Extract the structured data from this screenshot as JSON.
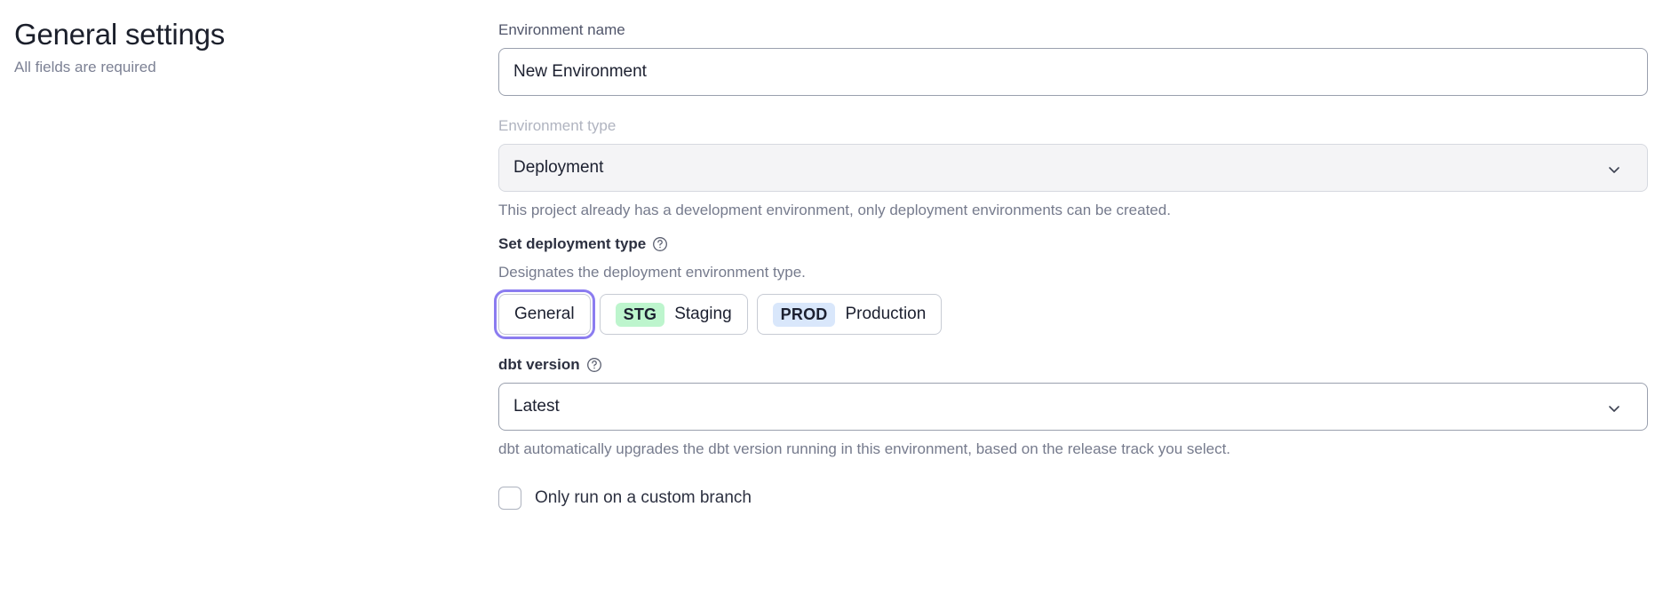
{
  "header": {
    "title": "General settings",
    "subtitle": "All fields are required"
  },
  "form": {
    "environment_name": {
      "label": "Environment name",
      "value": "New Environment",
      "placeholder": "Environment name"
    },
    "environment_type": {
      "label": "Environment type",
      "value": "Deployment",
      "disabled": true,
      "helper": "This project already has a development environment, only deployment environments can be created.",
      "chevron_icon": "chevron-down-icon"
    },
    "deployment_type": {
      "label": "Set deployment type",
      "help_icon": "help-circle-icon",
      "helper": "Designates the deployment environment type.",
      "selected": "General",
      "options": [
        {
          "label": "General",
          "badge": null,
          "badge_color": null,
          "focused": true
        },
        {
          "label": "Staging",
          "badge": "STG",
          "badge_color": "#bdf5cd",
          "focused": false
        },
        {
          "label": "Production",
          "badge": "PROD",
          "badge_color": "#d9e7fb",
          "focused": false
        }
      ]
    },
    "dbt_version": {
      "label": "dbt version",
      "help_icon": "help-circle-icon",
      "value": "Latest",
      "helper": "dbt automatically upgrades the dbt version running in this environment, based on the release track you select.",
      "chevron_icon": "chevron-down-icon"
    },
    "custom_branch": {
      "label": "Only run on a custom branch",
      "checked": false
    }
  },
  "colors": {
    "focus_ring": "#8b7cf0",
    "staging_badge": "#bdf5cd",
    "production_badge": "#d9e7fb",
    "border": "#9aa0ae",
    "muted_text": "#767b8d"
  }
}
